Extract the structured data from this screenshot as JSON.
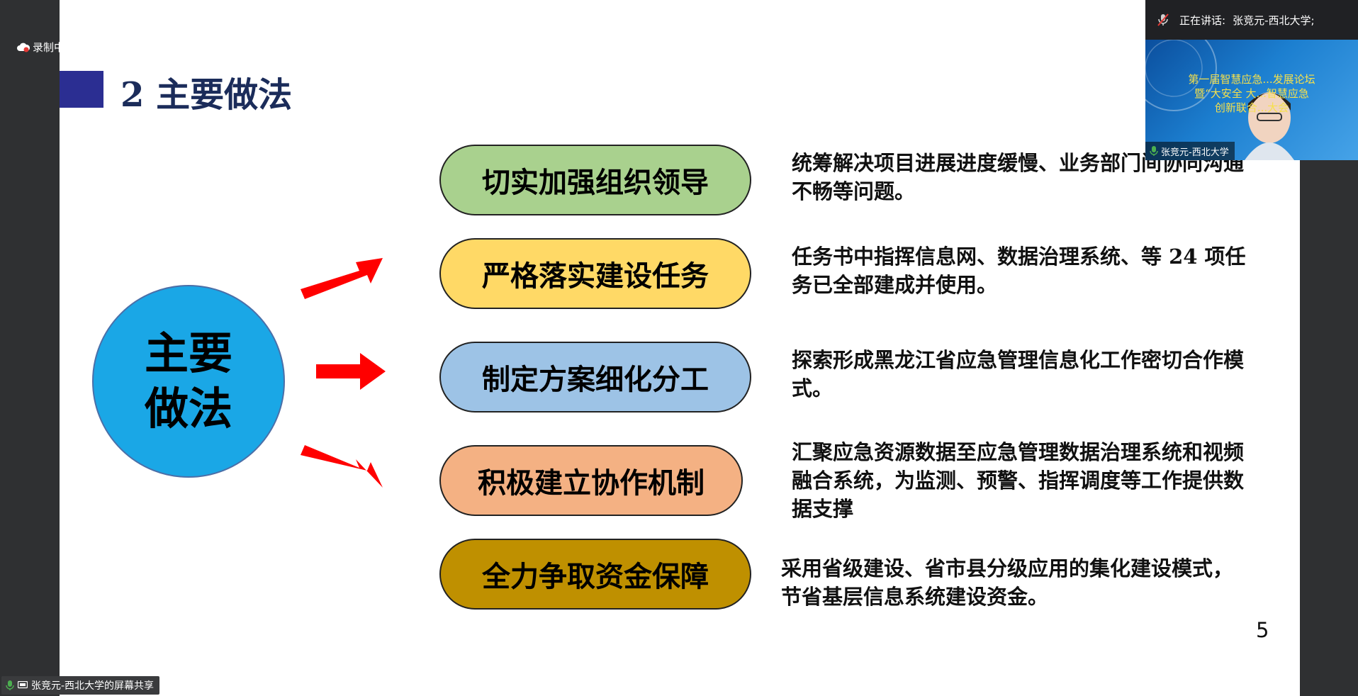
{
  "recording": {
    "label": "录制中"
  },
  "speaker_panel": {
    "status_prefix": "正在讲话:",
    "speaker_names": "张竞元-西北大学;",
    "banner_lines": [
      "第一届智慧应急...发展论坛",
      "暨“大安全 大...智慧应急",
      "创新联合...大会"
    ],
    "tag_name": "张竞元-西北大学"
  },
  "slide": {
    "title": "2 主要做法",
    "circle_text": "主要做法",
    "items": [
      {
        "label": "切实加强组织领导",
        "color": "#a9d18e",
        "desc": "统筹解决项目进展进度缓慢、业务部门间协同沟通不畅等问题。"
      },
      {
        "label": "严格落实建设任务",
        "color": "#ffd966",
        "desc": " 任务书中指挥信息网、数据治理系统、等 24 项任务已全部建成并使用。"
      },
      {
        "label": "制定方案细化分工",
        "color": "#9dc3e6",
        "desc": "探索形成黑龙江省应急管理信息化工作密切合作模式。"
      },
      {
        "label": "积极建立协作机制",
        "color": "#f4b183",
        "desc": "汇聚应急资源数据至应急管理数据治理系统和视频融合系统，为监测、预警、指挥调度等工作提供数据支撑"
      },
      {
        "label": "全力争取资金保障",
        "color": "#bf9000",
        "desc": "采用省级建设、省市县分级应用的集化建设模式，节省基层信息系统建设资金。"
      }
    ],
    "page_number": "5"
  },
  "share_label": "张竞元-西北大学的屏幕共享",
  "colors": {
    "title_accent": "#2b2e92",
    "circle": "#1aa7e6",
    "arrow": "#ff0000"
  }
}
